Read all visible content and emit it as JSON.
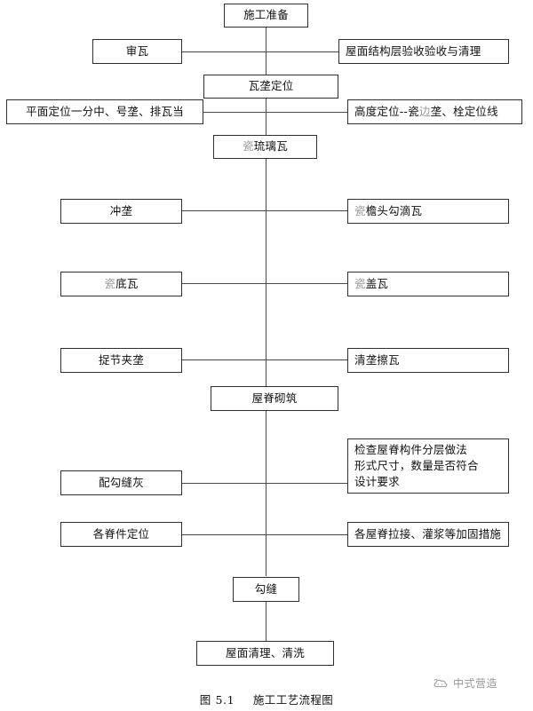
{
  "diagram": {
    "type": "flowchart",
    "caption_number": "图 5.1",
    "caption_title": "施工工艺流程图",
    "line_color": "#4a4a4a",
    "box_border_color": "#2f2f2f",
    "text_color": "#111111",
    "faint_text_color": "#9a9a9a",
    "nodes": [
      {
        "id": "n1",
        "label": "施工准备",
        "column": "center"
      },
      {
        "id": "n2",
        "label": "审瓦",
        "column": "left"
      },
      {
        "id": "n3",
        "label": "屋面结构层验收验收与清理",
        "column": "right"
      },
      {
        "id": "n4",
        "label": "瓦垄定位",
        "column": "center"
      },
      {
        "id": "n5",
        "label": "平面定位一分中、号垄、排瓦当",
        "column": "left"
      },
      {
        "id": "n6",
        "label": "高度定位--瓷边垄、栓定位线",
        "column": "right",
        "faint_prefix_index": 7
      },
      {
        "id": "n7",
        "label": "瓷琉璃瓦",
        "column": "center",
        "faint_prefix_index": 0
      },
      {
        "id": "n8",
        "label": "冲垄",
        "column": "left"
      },
      {
        "id": "n9",
        "label": "瓷檐头勾滴瓦",
        "column": "right",
        "faint_prefix_index": 0
      },
      {
        "id": "n10",
        "label": "瓷底瓦",
        "column": "left",
        "faint_prefix_index": 0
      },
      {
        "id": "n11",
        "label": "瓷盖瓦",
        "column": "right",
        "faint_prefix_index": 0
      },
      {
        "id": "n12",
        "label": "捉节夹垄",
        "column": "left"
      },
      {
        "id": "n13",
        "label": "清垄擦瓦",
        "column": "right"
      },
      {
        "id": "n14",
        "label": "屋脊砌筑",
        "column": "center"
      },
      {
        "id": "n15",
        "label": "配勾缝灰",
        "column": "left"
      },
      {
        "id": "n16",
        "label": "检查屋脊构件分层做法\n形式尺寸，数量是否符合\n设计要求",
        "column": "right"
      },
      {
        "id": "n17",
        "label": "各脊件定位",
        "column": "left"
      },
      {
        "id": "n18",
        "label": "各屋脊拉接、灌浆等加固措施",
        "column": "right"
      },
      {
        "id": "n19",
        "label": "勾缝",
        "column": "center"
      },
      {
        "id": "n20",
        "label": "屋面清理、清洗",
        "column": "center"
      }
    ]
  },
  "watermark": {
    "text": "中式营造",
    "icon": "cloud-swirl-icon"
  }
}
